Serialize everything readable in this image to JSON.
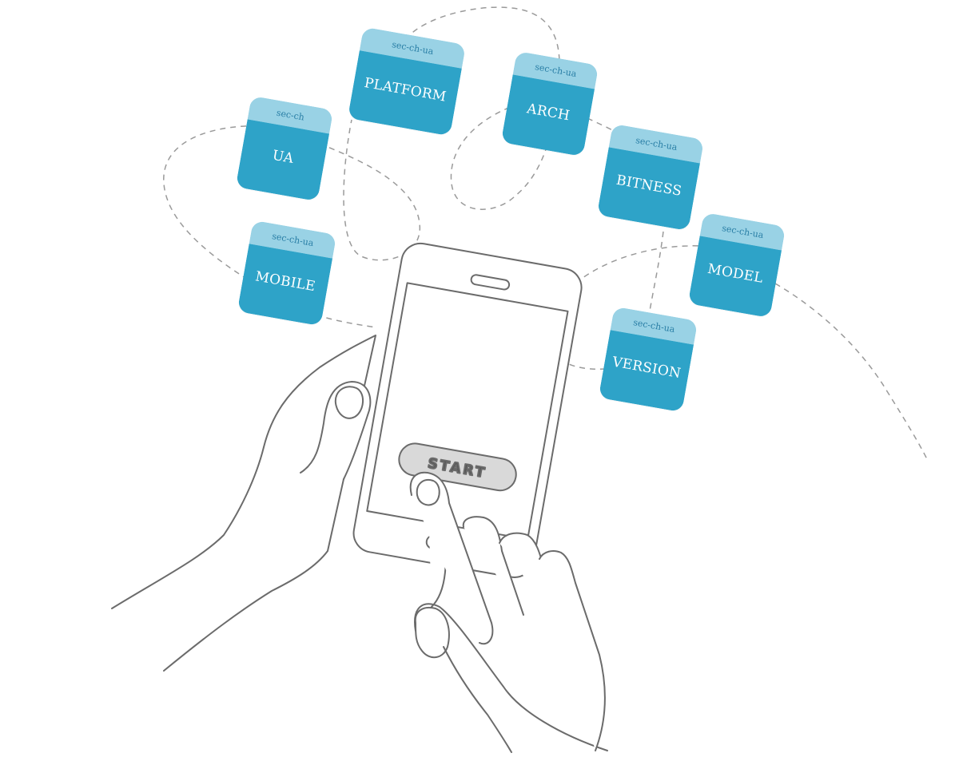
{
  "colors": {
    "card_top": "#99d2e5",
    "card_body": "#2ea3c8",
    "card_head_text": "#2a7fa6",
    "line": "#6b6b6b",
    "dash": "#9a9a9a",
    "button_fill": "#d9d9d9"
  },
  "phone": {
    "button_label": "START"
  },
  "cards": [
    {
      "id": "ua",
      "prefix": "sec-ch",
      "label": "UA"
    },
    {
      "id": "platform",
      "prefix": "sec-ch-ua",
      "label": "PLATFORM"
    },
    {
      "id": "arch",
      "prefix": "sec-ch-ua",
      "label": "ARCH"
    },
    {
      "id": "bitness",
      "prefix": "sec-ch-ua",
      "label": "BITNESS"
    },
    {
      "id": "model",
      "prefix": "sec-ch-ua",
      "label": "MODEL"
    },
    {
      "id": "mobile",
      "prefix": "sec-ch-ua",
      "label": "MOBILE"
    },
    {
      "id": "version",
      "prefix": "sec-ch-ua",
      "label": "VERSION"
    }
  ]
}
